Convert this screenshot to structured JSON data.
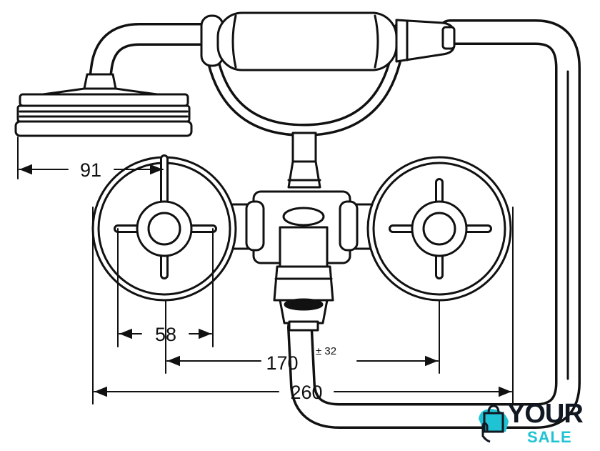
{
  "drawing": {
    "dimensions": {
      "showerhead_offset": "91",
      "handle_width": "58",
      "center_distance": "170",
      "center_tolerance": "± 32",
      "overall_width": "260"
    }
  },
  "logo": {
    "line1": "YOUR",
    "line2": "SALE",
    "accent": "#1fc3d4"
  }
}
